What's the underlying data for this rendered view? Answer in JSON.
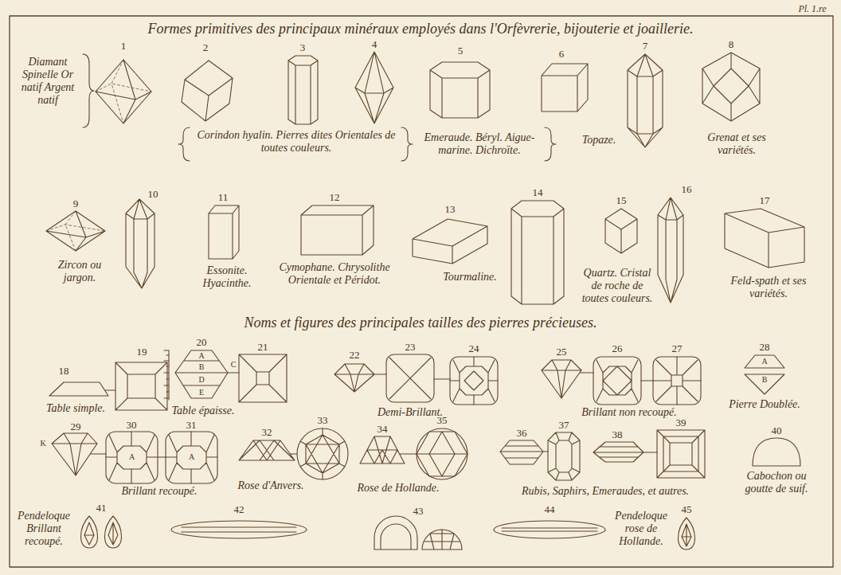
{
  "diagram": {
    "title": "Formes primitives des principaux minéraux employés dans l'Orfèvrerie, bijouterie et joaillerie.",
    "labels": [
      "Pl. 1.re",
      "Diamant Spinelle Or natif Argent natif",
      "1",
      "2",
      "3",
      "4",
      "5",
      "6",
      "7",
      "8",
      "Corindon hyalin. Pierres dites Orientales de toutes couleurs.",
      "Emeraude. Béryl. Aigue-marine. Dichroïte.",
      "Topaze.",
      "Grenat et ses variétés.",
      "9",
      "10",
      "11",
      "12",
      "13",
      "14",
      "15",
      "16",
      "17",
      "Zircon ou jargon.",
      "Essonite. Hyacinthe.",
      "Cymophane. Chrysolithe Orientale et Péridot.",
      "Tourmaline.",
      "Quartz. Cristal de roche de toutes couleurs.",
      "Feld-spath et ses variétés.",
      "Noms et figures des principales tailles des pierres précieuses.",
      "18",
      "19",
      "20",
      "A",
      "B",
      "C",
      "D",
      "E",
      "21",
      "22",
      "23",
      "24",
      "25",
      "26",
      "27",
      "28",
      "A",
      "B",
      "Table simple.",
      "Table épaisse.",
      "Demi-Brillant.",
      "Brillant non recoupé.",
      "Pierre Doublée.",
      "29",
      "K",
      "30",
      "A",
      "31",
      "A",
      "32",
      "33",
      "34",
      "35",
      "36",
      "37",
      "38",
      "39",
      "40",
      "Brillant recoupé.",
      "Rose d'Anvers.",
      "Rose de Hollande.",
      "Rubis, Saphirs, Emeraudes, et autres.",
      "Cabochon ou goutte de suif.",
      "Pendeloque Brillant recoupé.",
      "41",
      "42",
      "43",
      "44",
      "Pendeloque rose de Hollande.",
      "45"
    ]
  }
}
